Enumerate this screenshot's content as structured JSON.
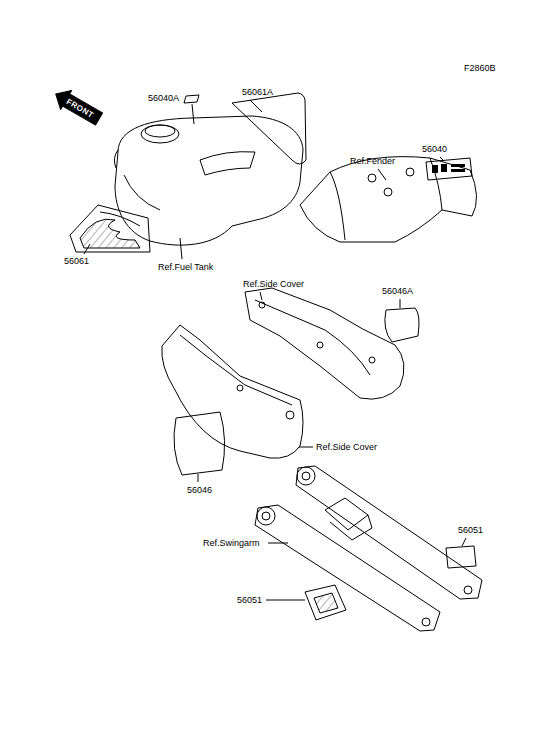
{
  "diagram": {
    "labels": [
      "F2860B",
      "FRONT",
      "56040A",
      "56061A",
      "56040",
      "Ref.Fender",
      "56061",
      "Ref.Fuel Tank",
      "Ref.Side Cover",
      "56046A",
      "Ref.Side Cover",
      "56046",
      "56051",
      "Ref.Swingarm",
      "56051"
    ]
  }
}
